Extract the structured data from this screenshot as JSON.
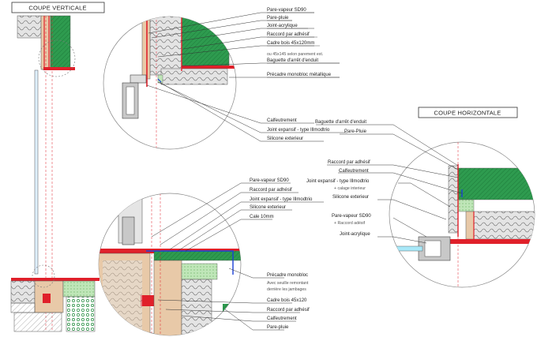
{
  "titles": {
    "vertical": "COUPE VERTICALE",
    "horizontal": "COUPE HORIZONTALE"
  },
  "detail_top": {
    "pare_vapeur": "Pare-vapeur SD90",
    "pare_pluie": "Pare-pluie",
    "joint_acrylique": "Joint-acrylique",
    "raccord_adhesif": "Raccord par adhésif",
    "cadre_bois": "Cadre bois 45x120mm",
    "cadre_bois_note": "ou 45x145 selon parement ext.",
    "baguette": "Baguette d'arrêt d'enduit",
    "precadre": "Précadre monobloc métallique",
    "calfeutrement": "Calfeutrement",
    "joint_expansif": "Joint expansif - type Illmodtrio",
    "silicone": "Silicone exterieur"
  },
  "detail_bottom": {
    "pare_vapeur": "Pare-vapeur SD90",
    "raccord_adhesif": "Raccord par adhésif",
    "joint_expansif": "Joint expansif - type Illmodtrio",
    "silicone": "Silicone exterieur",
    "cale": "Cale 10mm",
    "precadre": "Précadre monobloc",
    "precadre_note1": "Avec seuille remontant",
    "precadre_note2": "derrière les jambages",
    "cadre_bois": "Cadre bois 45x120",
    "raccord_adhesif2": "Raccord par adhésif",
    "calfeutrement": "Calfeutrement",
    "pare_pluie": "Pare-pluie"
  },
  "detail_horizontal": {
    "baguette": "Baguette d'arrêt d'enduit",
    "pare_pluie": "Pare-Pluie",
    "raccord_adhesif": "Raccord par adhésif",
    "calfeutrement": "Calfeutrement",
    "joint_expansif": "Joint expansif - type Illmodtrio",
    "calage_note": "+ calage interieur",
    "silicone": "Silicone exterieur",
    "pare_vapeur": "Pare-vapeur SD90",
    "raccord_note": "+ Raccord adésif",
    "joint_acrylique": "Joint-acrylique"
  },
  "colors": {
    "insulation_green": "#2e9b4f",
    "wood": "#e8c9a8",
    "membrane_red": "#e0202a",
    "membrane_blue": "#1a3fd6",
    "concrete_hatch": "#7a7a7a"
  }
}
